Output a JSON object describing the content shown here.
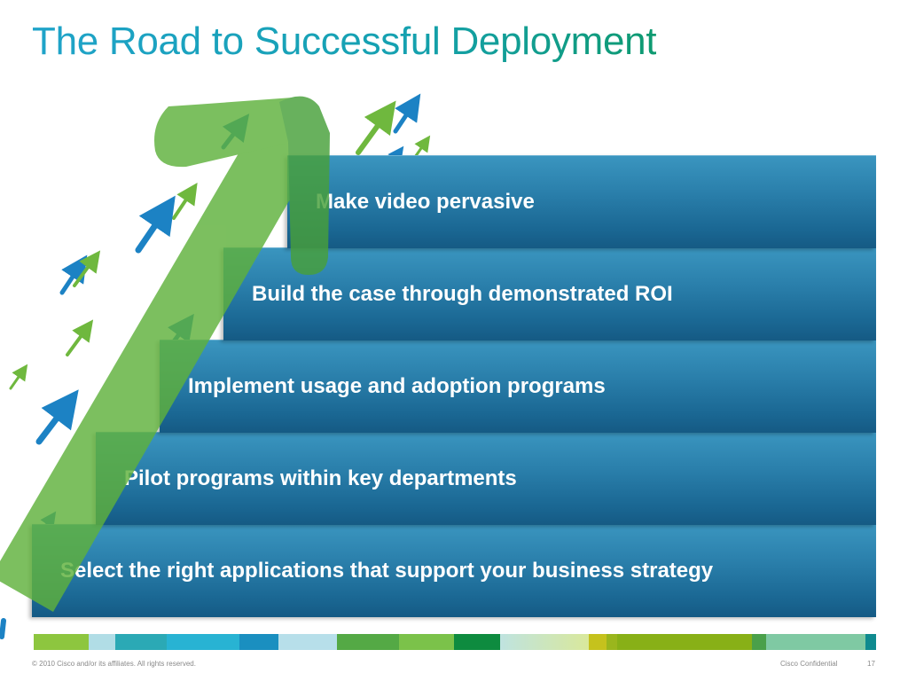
{
  "slide": {
    "title": "The Road to Successful Deployment",
    "steps": [
      "Make video pervasive",
      "Build the case through demonstrated ROI",
      "Implement usage and adoption programs",
      "Pilot programs within key departments",
      "Select the right applications that support your business strategy"
    ],
    "footer": {
      "copyright": "© 2010 Cisco and/or its affiliates. All rights reserved.",
      "confidential": "Cisco Confidential",
      "page_number": "17"
    }
  },
  "colors": {
    "title_start": "#1fa3c9",
    "title_end": "#0e9a70",
    "step_fill": "#2a7fab",
    "road_arrow": "#5fb13c",
    "small_arrow_blue": "#1c82c4",
    "small_arrow_green": "#6fb83e"
  },
  "icons": {
    "road": "large-green-bent-arrow",
    "decor": "small-up-right-arrows"
  }
}
